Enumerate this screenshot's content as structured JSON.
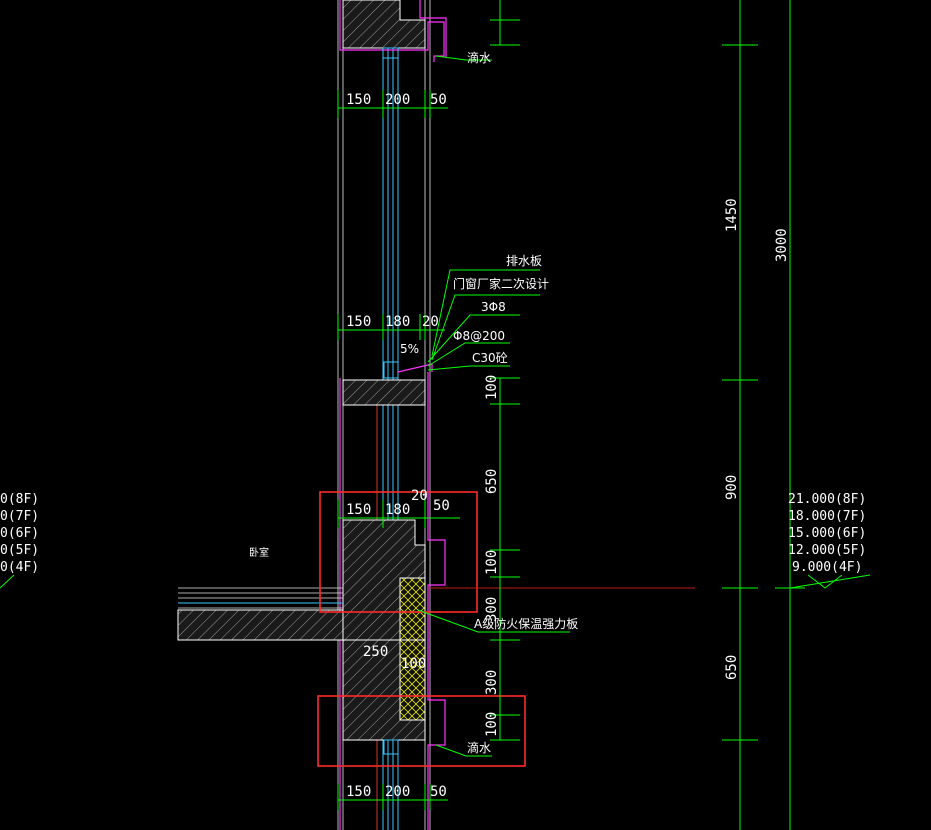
{
  "colors": {
    "background": "#000000",
    "dimension_line": "#00ff00",
    "waterproof_layer": "#ff33ff",
    "highlight_box": "#ff2a2a",
    "structure_line": "#ffffff",
    "window_frame": "#39c7ff"
  },
  "dimensions": {
    "top_row": [
      "150",
      "200",
      "50"
    ],
    "upper_sill_row": [
      "150",
      "180",
      "20"
    ],
    "beam_row": [
      "150",
      "180",
      "20",
      "50"
    ],
    "bottom_row": [
      "150",
      "200",
      "50"
    ],
    "slab_width": "250",
    "insulation_width": "100",
    "vertical_local": [
      "100",
      "650",
      "100",
      "300",
      "300",
      "100"
    ],
    "vertical_overall": [
      "1450",
      "900",
      "650"
    ],
    "floor_height": "3000",
    "slope": "5%"
  },
  "annotations": {
    "drip_top": "滴水",
    "drainage_board": "排水板",
    "window_note": "门窗厂家二次设计",
    "rebar_main": "3Φ8",
    "rebar_stirrup": "Φ8@200",
    "concrete": "C30砼",
    "insulation_board": "A级防火保温强力板",
    "bedroom": "卧室",
    "drip_bottom": "滴水"
  },
  "elevations_right": [
    "21.000(8F)",
    "18.000(7F)",
    "15.000(6F)",
    "12.000(5F)",
    "9.000(4F)"
  ],
  "elevations_left": [
    "0(8F)",
    "0(7F)",
    "0(6F)",
    "0(5F)",
    "0(4F)"
  ]
}
